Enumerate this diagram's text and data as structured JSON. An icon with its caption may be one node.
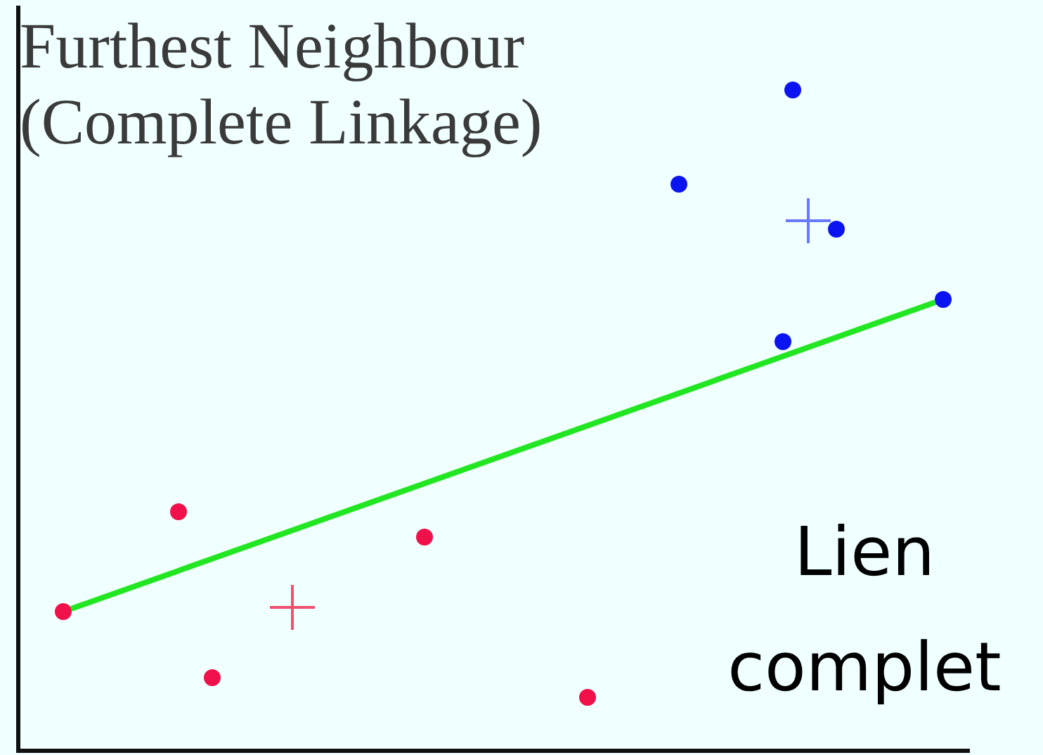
{
  "diagram": {
    "nodes": [
      {
        "text": [],
        "shape": "circle"
      },
      {
        "text": [],
        "shape": "circle"
      }
    ],
    "edges": [
      {
        "from": 0,
        "to": 1,
        "arrow": "none",
        "color": "#22e622"
      }
    ],
    "labels": [
      "Furthest Neighbour (Complete Linkage)",
      "Lien complet"
    ]
  }
}
